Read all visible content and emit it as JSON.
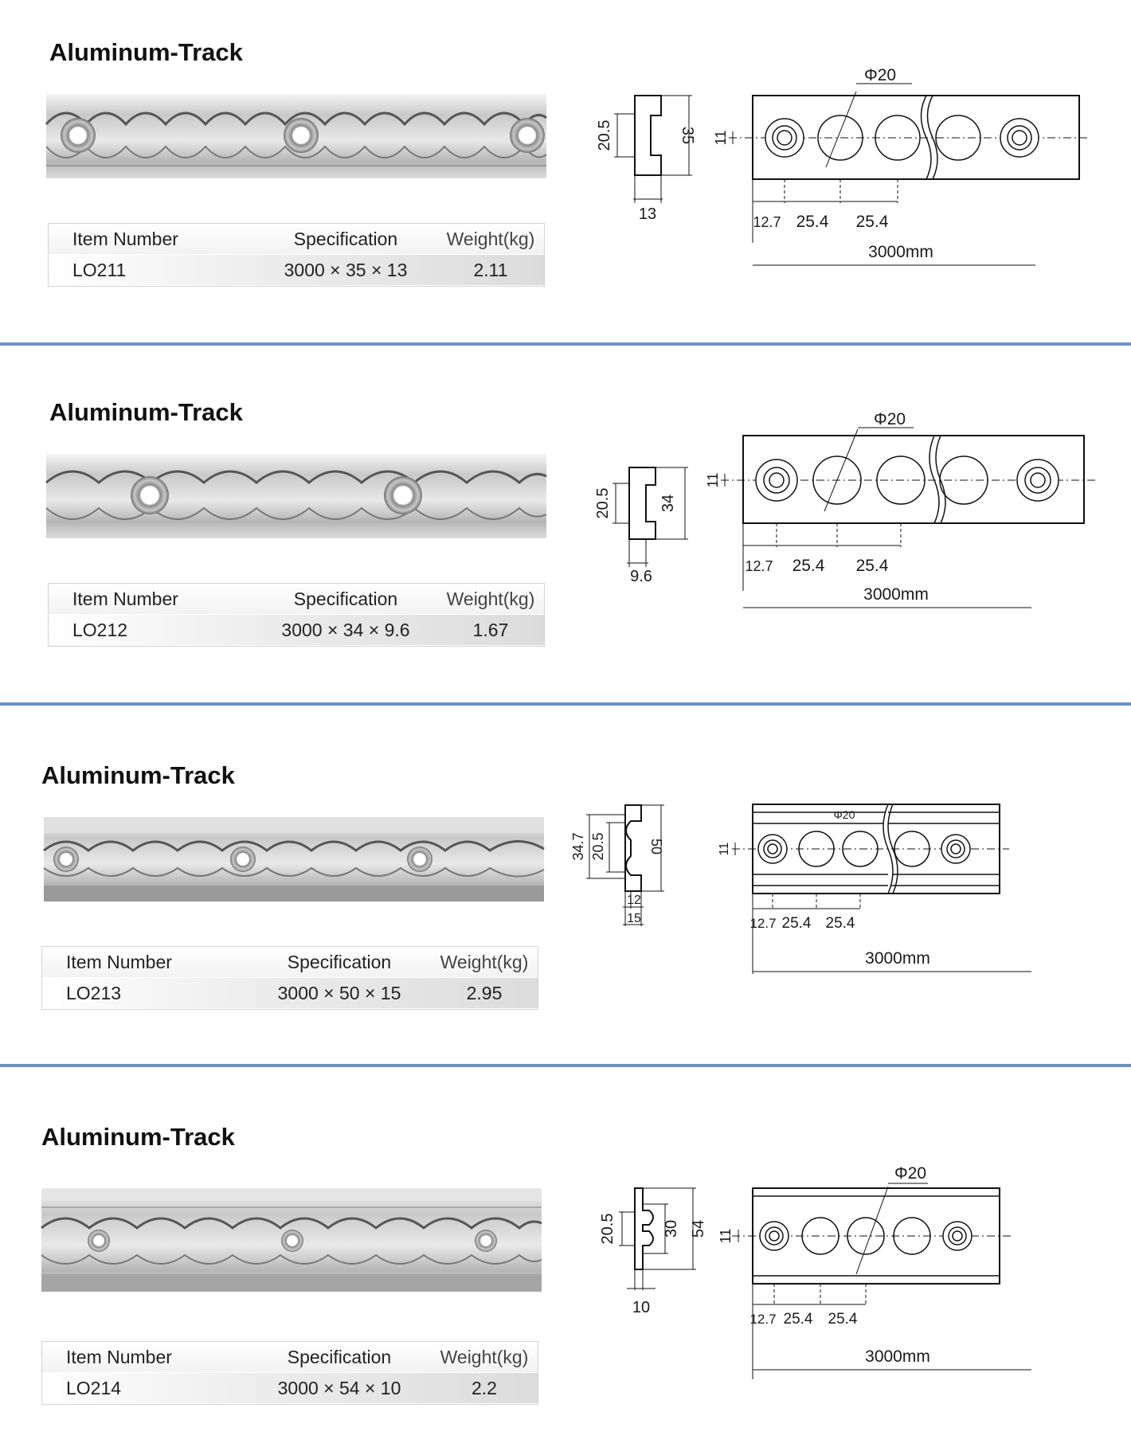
{
  "sections": [
    {
      "title": "Aluminum-Track",
      "table": {
        "headers": [
          "Item Number",
          "Specification",
          "Weight(kg)"
        ],
        "item": "LO211",
        "spec": "3000 × 35 × 13",
        "weight": "2.11"
      },
      "profile_dims": {
        "inner": "20.5",
        "height": "35",
        "width": "13"
      },
      "top_dims": {
        "diameter": "Φ20",
        "slot": "11",
        "first": "12.7",
        "pitch1": "25.4",
        "pitch2": "25.4",
        "length": "3000mm"
      }
    },
    {
      "title": "Aluminum-Track",
      "table": {
        "headers": [
          "Item Number",
          "Specification",
          "Weight(kg)"
        ],
        "item": "LO212",
        "spec": "3000 × 34 × 9.6",
        "weight": "1.67"
      },
      "profile_dims": {
        "inner": "20.5",
        "height": "34",
        "width": "9.6"
      },
      "top_dims": {
        "diameter": "Φ20",
        "slot": "11",
        "first": "12.7",
        "pitch1": "25.4",
        "pitch2": "25.4",
        "length": "3000mm"
      }
    },
    {
      "title": "Aluminum-Track",
      "table": {
        "headers": [
          "Item Number",
          "Specification",
          "Weight(kg)"
        ],
        "item": "LO213",
        "spec": "3000 × 50 × 15",
        "weight": "2.95"
      },
      "profile_dims": {
        "outer": "34.7",
        "inner": "20.5",
        "height": "50",
        "inner_width": "12",
        "width": "15"
      },
      "top_dims": {
        "diameter": "Φ20",
        "slot": "11",
        "first": "12.7",
        "pitch1": "25.4",
        "pitch2": "25.4",
        "length": "3000mm"
      }
    },
    {
      "title": "Aluminum-Track",
      "table": {
        "headers": [
          "Item Number",
          "Specification",
          "Weight(kg)"
        ],
        "item": "LO214",
        "spec": "3000 × 54 × 10",
        "weight": "2.2"
      },
      "profile_dims": {
        "inner": "20.5",
        "mid": "30",
        "height": "54",
        "width": "10"
      },
      "top_dims": {
        "diameter": "Φ20",
        "slot": "11",
        "first": "12.7",
        "pitch1": "25.4",
        "pitch2": "25.4",
        "length": "3000mm"
      }
    }
  ]
}
